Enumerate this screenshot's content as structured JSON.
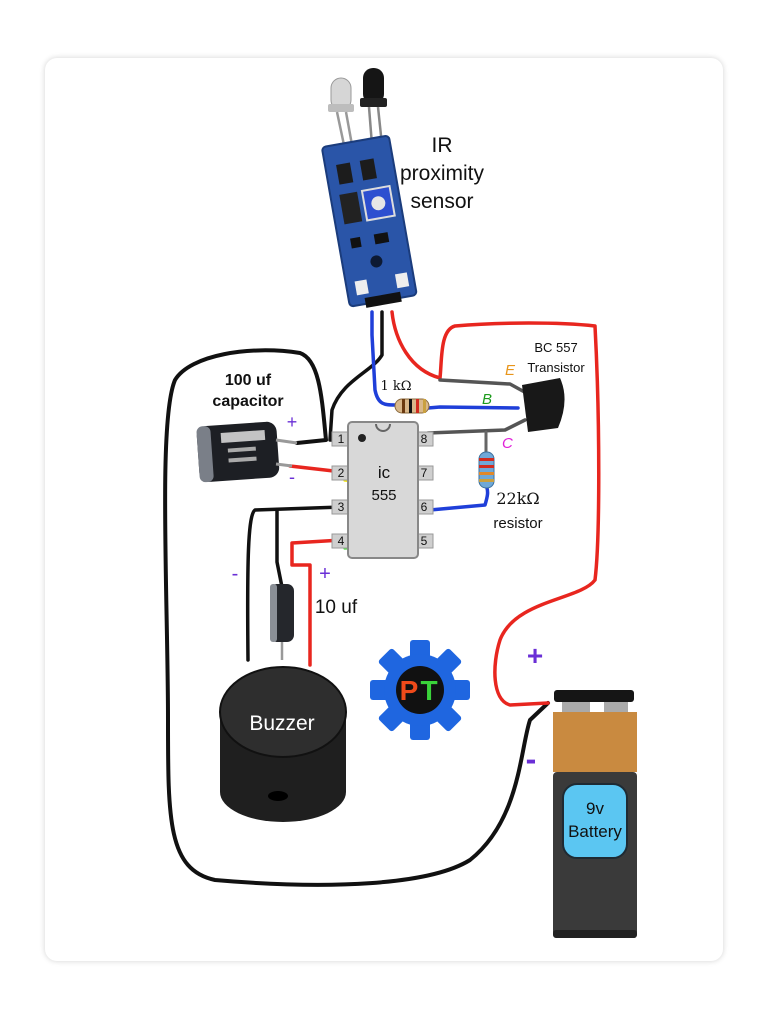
{
  "labels": {
    "sensor_line1": "IR",
    "sensor_line2": "proximity",
    "sensor_line3": "sensor",
    "capacitor_line1": "100 uf",
    "capacitor_line2": "capacitor",
    "transistor_line1": "BC 557",
    "transistor_line2": "Transistor",
    "pin_e": "E",
    "pin_b": "B",
    "pin_c": "C",
    "resistor_1k": "1 kΩ",
    "resistor_22k_value": "22kΩ",
    "resistor_22k_word": "resistor",
    "ic_line1": "ic",
    "ic_line2": "555",
    "cap10_value": "10 uf",
    "buzzer": "Buzzer",
    "battery_line1": "9v",
    "battery_line2": "Battery",
    "logo_text": "PT",
    "plus": "+",
    "minus": "-"
  },
  "ic_pins": [
    "1",
    "2",
    "3",
    "4",
    "5",
    "6",
    "7",
    "8"
  ],
  "colors": {
    "wire_red": "#e8261f",
    "wire_black": "#111111",
    "wire_blue": "#1f3fd9",
    "wire_yellow": "#f4e60c",
    "wire_green": "#52e045",
    "sign_purple": "#6a2fd6",
    "label_e": "#e8951a",
    "label_b": "#1c9a1c",
    "label_c": "#e020d8",
    "logo_gear": "#1f66e0",
    "battery_label_bg": "#5bc6f2",
    "battery_top": "#c98a40"
  }
}
